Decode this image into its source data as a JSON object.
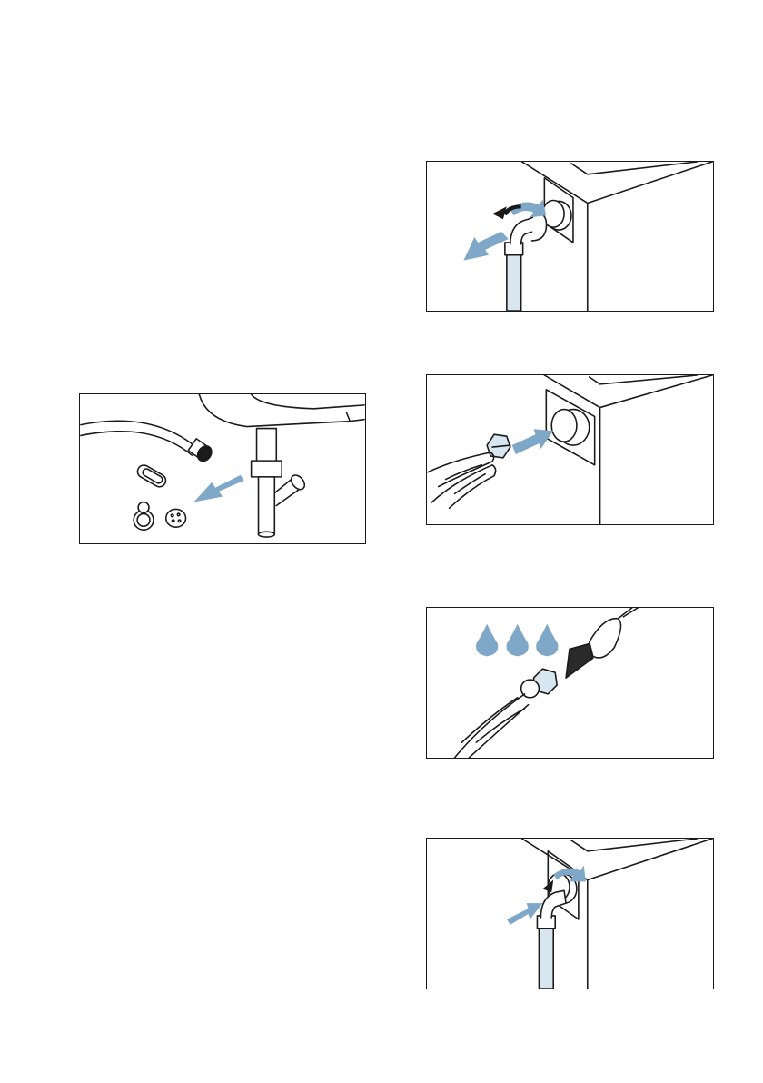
{
  "figures": [
    {
      "id": "drain-filter-illustration",
      "icon": "drain-hose-filter-icon"
    },
    {
      "id": "remove-hose-illustration",
      "icon": "unscrew-hose-icon"
    },
    {
      "id": "pliers-filter-illustration",
      "icon": "pliers-filter-icon"
    },
    {
      "id": "clean-filter-illustration",
      "icon": "clean-filter-icon"
    },
    {
      "id": "refit-hose-illustration",
      "icon": "reconnect-hose-icon"
    }
  ],
  "colors": {
    "arrow": "#7fa7c8",
    "line": "#1a1a1a",
    "hose": "#d8e6f0",
    "background": "#ffffff"
  }
}
